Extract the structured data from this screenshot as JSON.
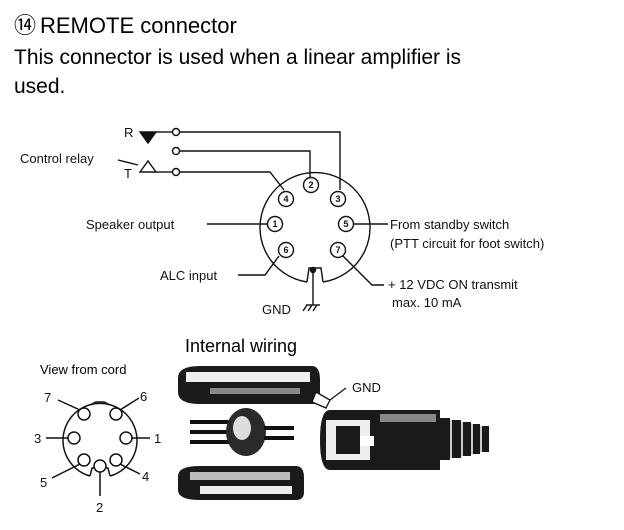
{
  "section": {
    "number": "⑭",
    "title": "REMOTE connector",
    "description_line1": "This connector is used when a linear amplifier is",
    "description_line2": "used."
  },
  "main_diagram": {
    "r_label": "R",
    "t_label": "T",
    "control_relay": "Control relay",
    "speaker_output": "Speaker output",
    "alc_input": "ALC input",
    "gnd": "GND",
    "standby_line1": "From standby switch",
    "standby_line2": "(PTT circuit for foot switch)",
    "vdc_line1": "+ 12 VDC ON transmit",
    "vdc_line2": "max. 10 mA",
    "pins": [
      "1",
      "2",
      "3",
      "4",
      "5",
      "6",
      "7"
    ]
  },
  "internal_wiring": {
    "title": "Internal wiring",
    "gnd": "GND"
  },
  "view_from_cord": {
    "title": "View from cord",
    "pins": [
      "1",
      "2",
      "3",
      "4",
      "5",
      "6",
      "7"
    ]
  }
}
